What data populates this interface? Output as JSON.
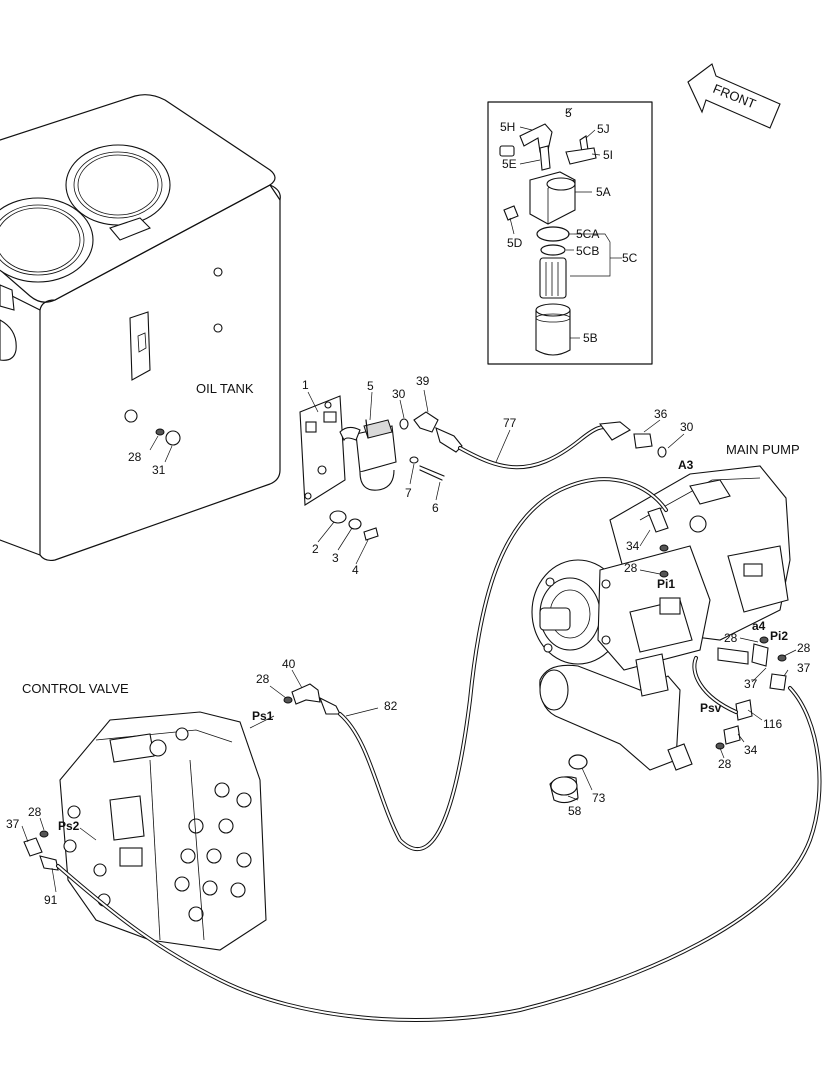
{
  "titles": {
    "oil_tank": "OIL TANK",
    "main_pump": "MAIN PUMP",
    "control_valve": "CONTROL VALVE",
    "front": "FRONT"
  },
  "inset": {
    "title": "5",
    "labels": {
      "p5H": "5H",
      "p5J": "5J",
      "p5E": "5E",
      "p5I": "5I",
      "p5A": "5A",
      "p5D": "5D",
      "p5CA": "5CA",
      "p5CB": "5CB",
      "p5C": "5C",
      "p5B": "5B"
    }
  },
  "callouts": {
    "c1": "1",
    "c5": "5",
    "c30a": "30",
    "c39": "39",
    "c77": "77",
    "c36": "36",
    "c30b": "30",
    "cA3": "A3",
    "c7": "7",
    "c6": "6",
    "c2": "2",
    "c3": "3",
    "c4": "4",
    "c28a": "28",
    "c31": "31",
    "c34a": "34",
    "c28b": "28",
    "cPi1": "Pi1",
    "ca4": "a4",
    "c28c": "28",
    "cPi2": "Pi2",
    "c28d": "28",
    "c37a": "37",
    "c37b": "37",
    "cPsv": "Psv",
    "c116": "116",
    "c34b": "34",
    "c28e": "28",
    "c58": "58",
    "c73": "73",
    "c28f": "28",
    "c40": "40",
    "cPs1": "Ps1",
    "c82": "82",
    "c37c": "37",
    "c28g": "28",
    "cPs2": "Ps2",
    "c91": "91"
  }
}
